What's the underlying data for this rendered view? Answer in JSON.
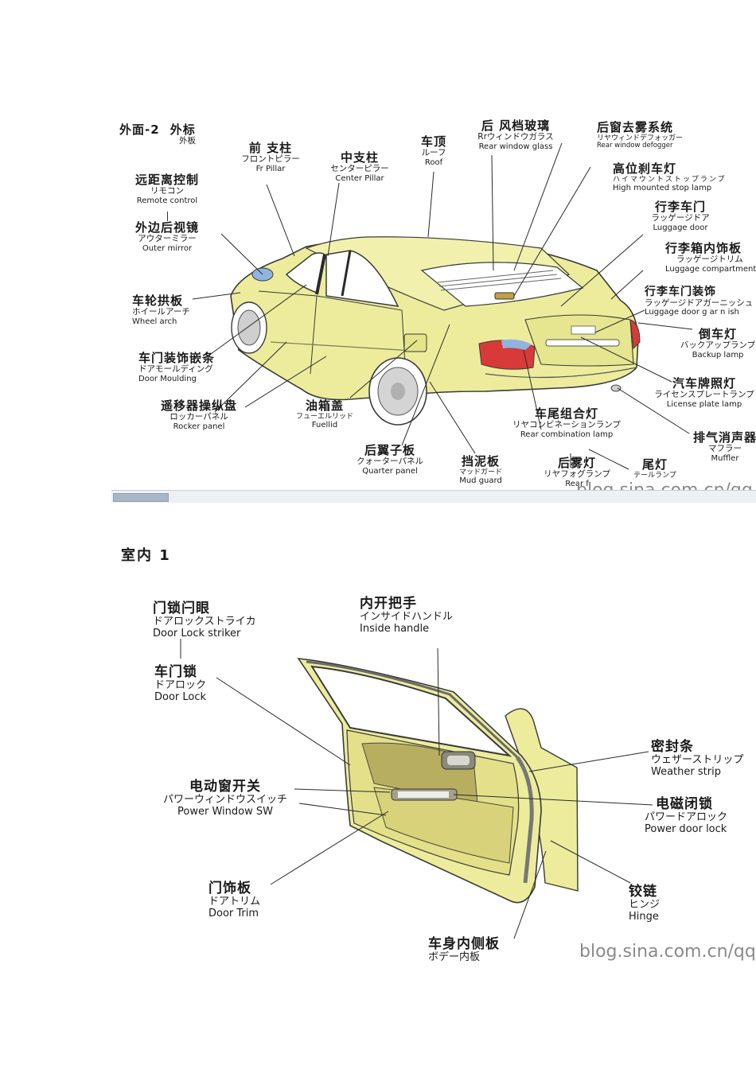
{
  "exterior": {
    "title": {
      "zh1": "外面-2",
      "zh2": "外标",
      "sub": "外板"
    },
    "labels": {
      "front_pillar": {
        "zh": "前 支柱",
        "jp": "フロントピラー",
        "en": "Fr  Pillar"
      },
      "center_pillar": {
        "zh": "中支柱",
        "jp": "センターピラー",
        "en": "Center Pillar"
      },
      "roof": {
        "zh": "车顶",
        "jp": "ルーフ",
        "en": "Roof"
      },
      "rear_window_glass": {
        "zh": "后 风档玻璃",
        "jp": "Rrウィンドウガラス",
        "en": "Rear window glass"
      },
      "rear_defogger": {
        "zh": "后窗去雾系统",
        "jp": "リヤウィンドデフォッガー",
        "en": "Rear window defogger"
      },
      "stop_lamp": {
        "zh": "高位刹车灯",
        "jp": "ハイマウントストップランプ",
        "en": "High mounted stop lamp"
      },
      "luggage_door": {
        "zh": "行李车门",
        "jp": "ラッゲージドア",
        "en": "Luggage door"
      },
      "luggage_trim": {
        "zh": "行李箱内饰板",
        "jp": "ラッゲージトリム",
        "en": "Luggage compartment t"
      },
      "luggage_garnish": {
        "zh": "行李车门装饰",
        "jp": "ラッゲージドアガーニッシュ",
        "en": "Luggage door g ar n ish"
      },
      "backup_lamp": {
        "zh": "倒车灯",
        "jp": "バックアップランプ",
        "en": "Backup lamp"
      },
      "license_lamp": {
        "zh": "汽车牌照灯",
        "jp": "ライセンスプレートランプ",
        "en": "License plate lamp"
      },
      "muffler": {
        "zh": "排气消声器",
        "jp": "マフラー",
        "en": "Muffler"
      },
      "tail_lamp": {
        "zh": "尾灯",
        "jp": "テールランプ",
        "en": ""
      },
      "rear_fog": {
        "zh": "后雾灯",
        "jp": "リヤフォグランプ",
        "en": "Rear f"
      },
      "rear_combination": {
        "zh": "车尾组合灯",
        "jp": "リヤコンビネーションランプ",
        "en": "Rear combination lamp"
      },
      "mud_guard": {
        "zh": "挡泥板",
        "jp": "マッドガード",
        "en": "Mud guard"
      },
      "quarter_panel": {
        "zh": "后翼子板",
        "jp": "クォーターパネル",
        "en": "Quarter panel"
      },
      "fuel_lid": {
        "zh": "油箱盖",
        "jp": "フューエルリッド",
        "en": "Fuellid"
      },
      "rocker_panel": {
        "zh": "遥移器操纵盘",
        "jp": "ロッカーパネル",
        "en": "Rocker panel"
      },
      "door_moulding": {
        "zh": "车门装饰嵌条",
        "jp": "ドアモールディング",
        "en": "Door   Moulding"
      },
      "wheel_arch": {
        "zh": "车轮拱板",
        "jp": "ホイールアーチ",
        "en": "Wheel arch"
      },
      "outer_mirror": {
        "zh": "外边后视镜",
        "jp": "アウターミラー",
        "en": "Outer mirror"
      },
      "remote_control": {
        "zh": "远距离控制",
        "jp": "リモコン",
        "en": "Remote control"
      }
    },
    "watermark": "blog.sina.com.cn/qq"
  },
  "interior": {
    "title": "室内 1",
    "labels": {
      "striker": {
        "zh": "门锁闩眼",
        "jp": "ドアロックストライカ",
        "en": "Door Lock striker"
      },
      "door_lock": {
        "zh": "车门锁",
        "jp": "ドアロック",
        "en": "Door Lock"
      },
      "inside_handle": {
        "zh": "内开把手",
        "jp": "インサイドハンドル",
        "en": "Inside handle"
      },
      "window_switch": {
        "zh": "电动窗开关",
        "jp": "パワーウィンドウスイッチ",
        "en": "Power Window SW"
      },
      "weather_strip": {
        "zh": "密封条",
        "jp": "ウェザーストリップ",
        "en": "Weather strip"
      },
      "power_lock": {
        "zh": "电磁闭锁",
        "jp": "パワードアロック",
        "en": "Power door lock"
      },
      "door_trim": {
        "zh": "门饰板",
        "jp": "ドアトリム",
        "en": "Door Trim"
      },
      "hinge": {
        "zh": "铰链",
        "jp": "ヒンジ",
        "en": "Hinge"
      },
      "body_inner": {
        "zh": "车身内侧板",
        "jp": "ボデー内板",
        "en": ""
      }
    },
    "watermark": "blog.sina.com.cn/qq"
  },
  "colors": {
    "body": "#ecec9c",
    "outline": "#3a3a3a",
    "lamp_red": "#d83a3a",
    "lamp_blue": "#8fb4e0",
    "trim_dark": "#a8a060"
  }
}
